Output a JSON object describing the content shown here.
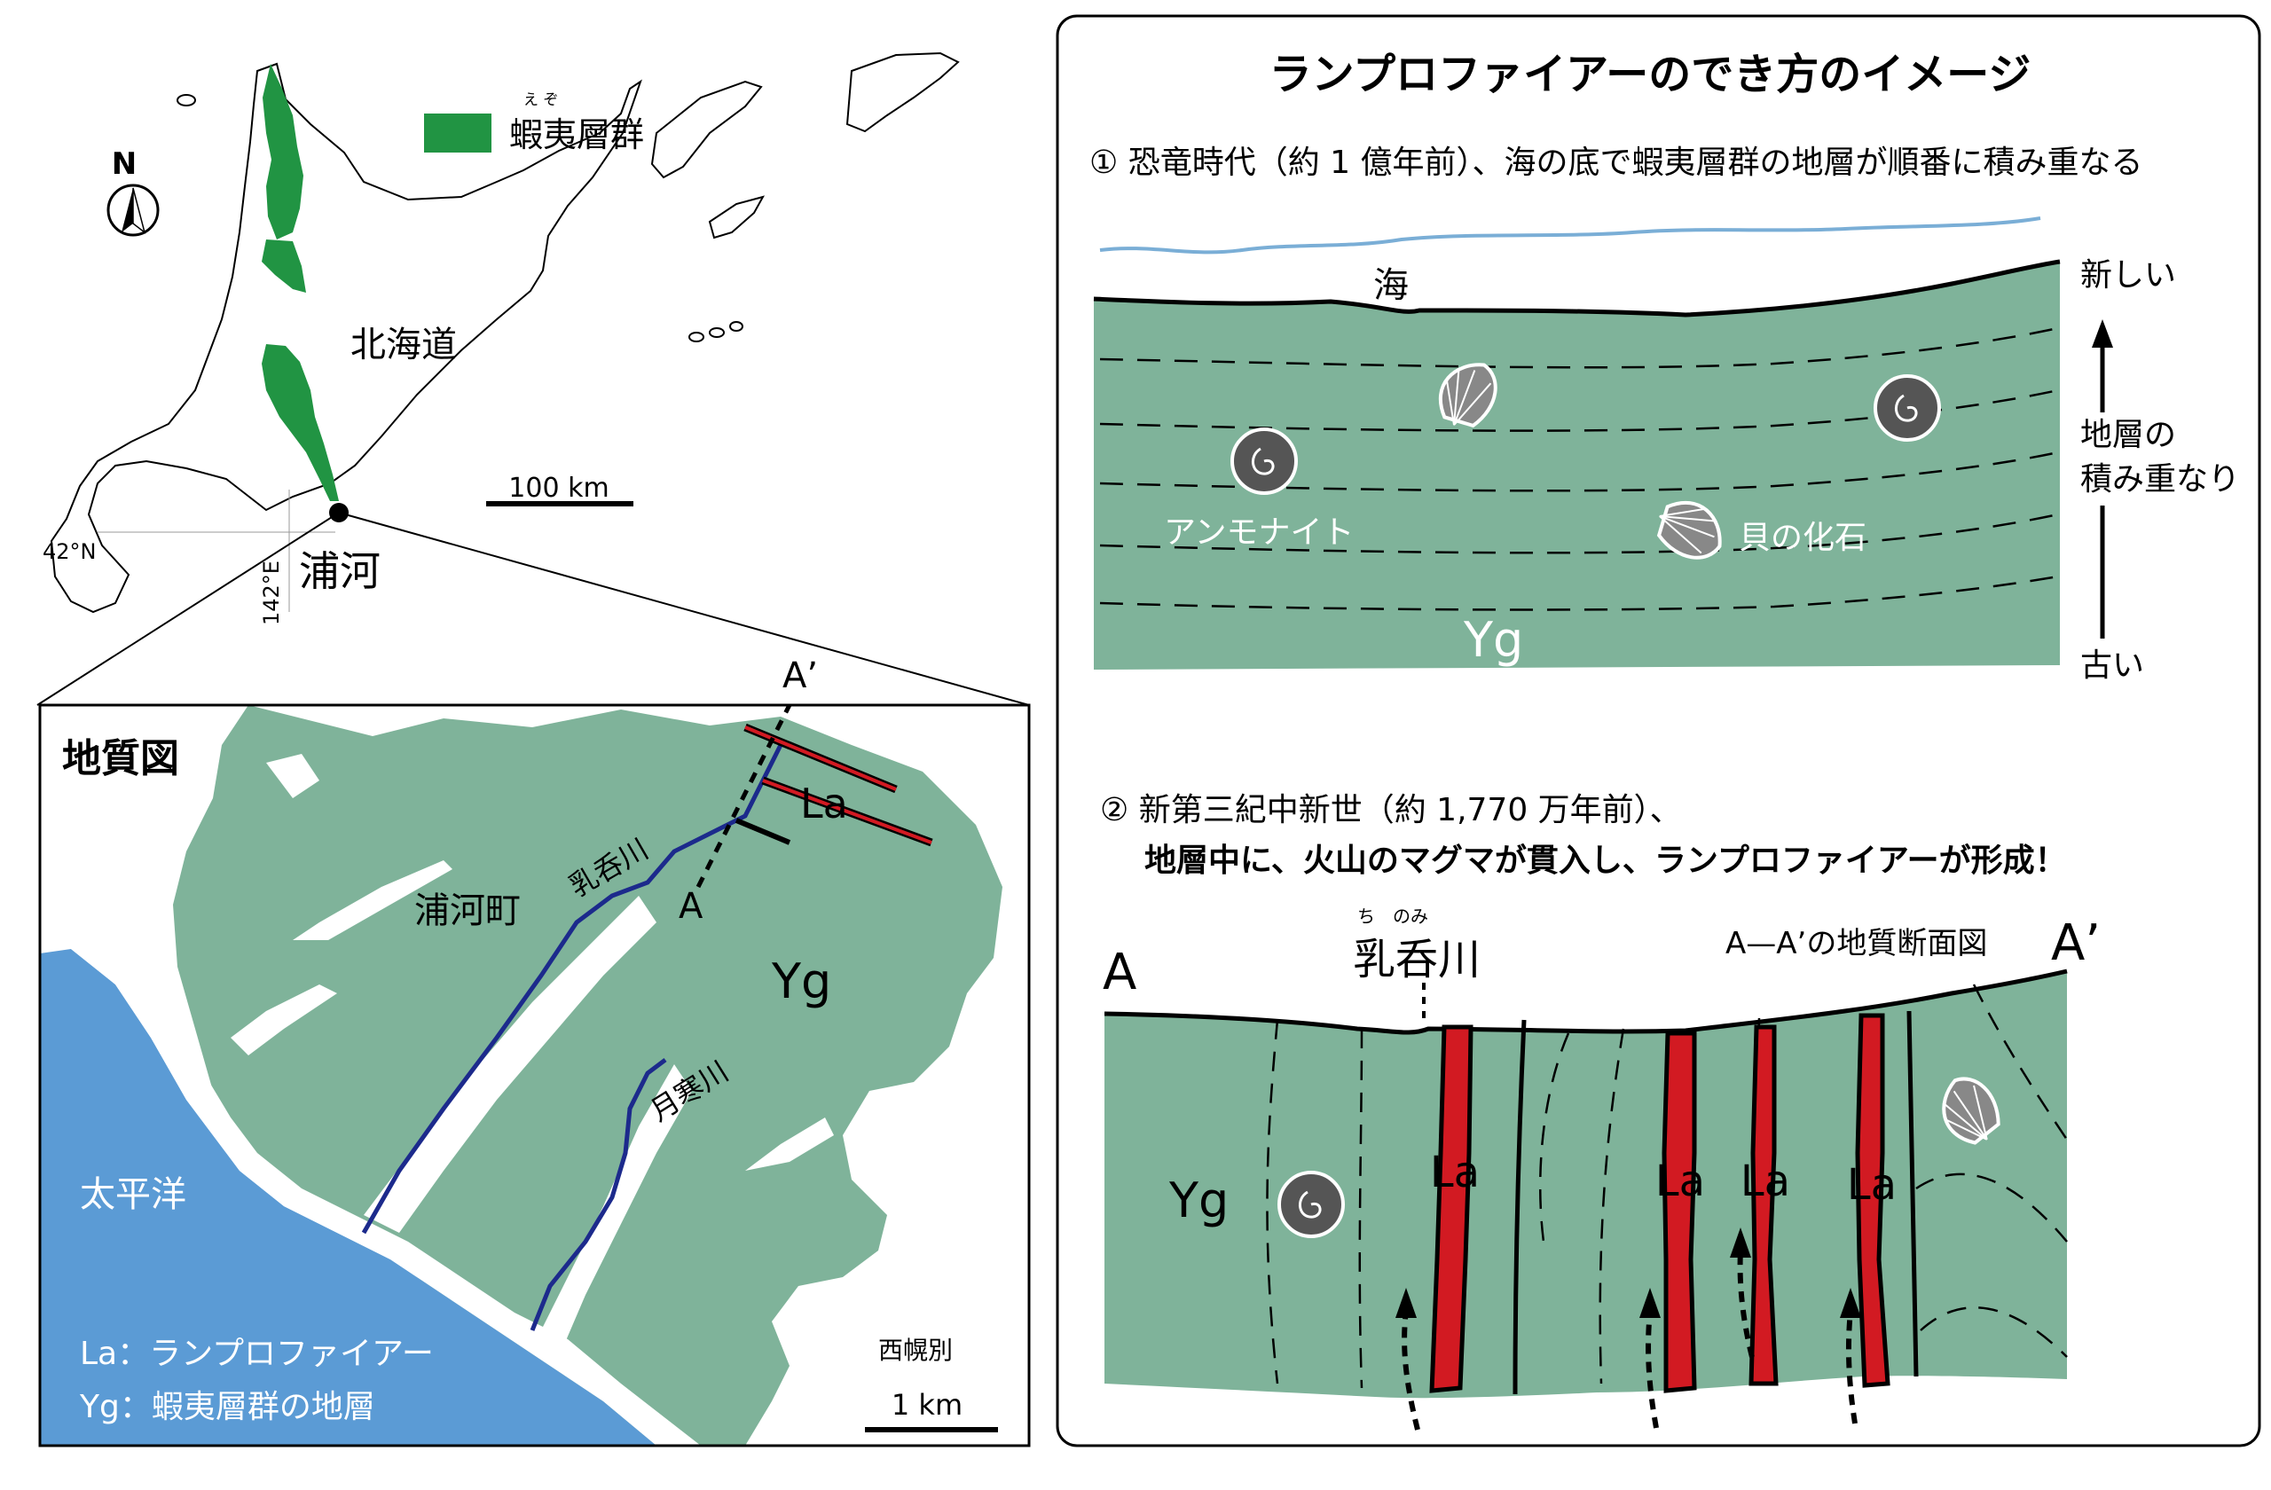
{
  "colors": {
    "green": "#7fb39a",
    "map_green": "#219443",
    "sea": "#5b9bd5",
    "river": "#1c2a8c",
    "dike": "#d21a22",
    "water": "#7aaed6",
    "shell": "#888888",
    "ammonite": "#555555"
  },
  "left_map": {
    "legend_label": "蝦夷層群",
    "legend_ruby": "え ぞ",
    "north": "N",
    "region_label": "北海道",
    "scale": "100 km",
    "lat": "42°N",
    "lon": "142°E",
    "place": "浦河"
  },
  "geo_map": {
    "title": "地質図",
    "a_prime": "A’",
    "a": "A",
    "la": "La",
    "yg": "Yg",
    "river1": "乳呑川",
    "river2": "月寒川",
    "town": "浦河町",
    "ocean": "太平洋",
    "place2": "西幌別",
    "scale": "1 km",
    "legend1": "La：ランプロファイアー",
    "legend2": "Yg：蝦夷層群の地層"
  },
  "right_panel": {
    "title": "ランプロファイアーのでき方のイメージ",
    "step1": "① 恐竜時代（約 1 億年前）、海の底で蝦夷層群の地層が順番に積み重なる",
    "sea": "海",
    "newer": "新しい",
    "stacking": [
      "地層の",
      "積み重なり"
    ],
    "older": "古い",
    "ammonite": "アンモナイト",
    "shell": "貝の化石",
    "yg": "Yg",
    "step2_line1": "② 新第三紀中新世（約 1,770 万年前）、",
    "step2_line2": "地層中に、火山のマグマが貫入し、ランプロファイアーが形成！",
    "river_ruby": "ち　のみ",
    "river": "乳呑川",
    "section_title": "A—A’の地質断面図",
    "a": "A",
    "a_prime": "A’",
    "yg2": "Yg",
    "la": [
      "La",
      "La",
      "La",
      "La"
    ]
  }
}
